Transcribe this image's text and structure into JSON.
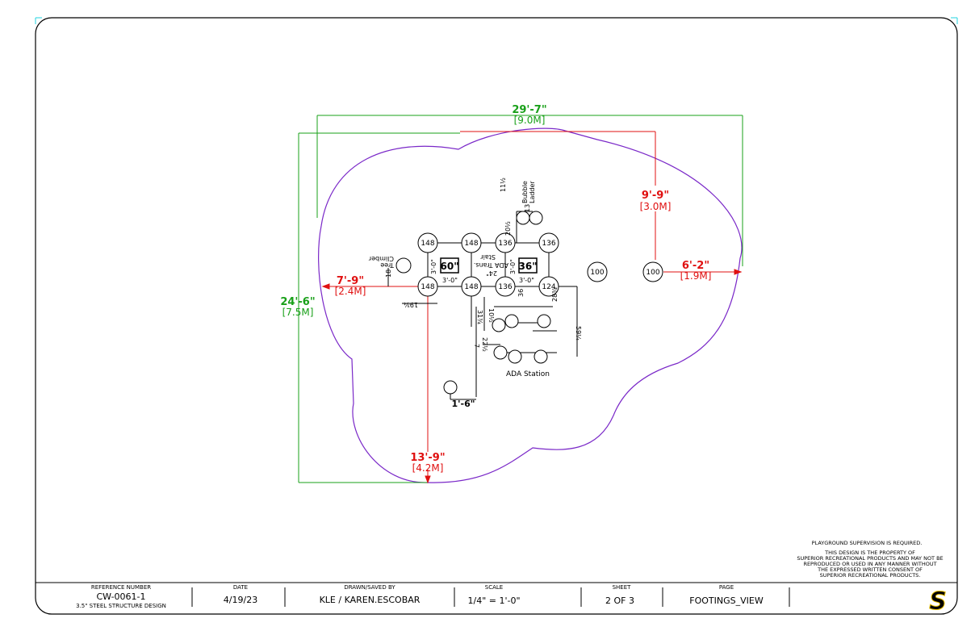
{
  "colors": {
    "border": "#000000",
    "ring": "#7a28c8",
    "green": "#19a019",
    "red": "#e01010",
    "dark": "#000000"
  },
  "dimensions": {
    "overall_width": "29'-7\"",
    "overall_width_m": "[9.0M]",
    "overall_depth": "24'-6\"",
    "overall_depth_m": "[7.5M]",
    "left_clear": "7'-9\"",
    "left_clear_m": "[2.4M]",
    "bottom_clear": "13'-9\"",
    "bottom_clear_m": "[4.2M]",
    "top_clear": "9'-9\"",
    "top_clear_m": "[3.0M]",
    "right_clear": "6'-2\"",
    "right_clear_m": "[1.9M]"
  },
  "posts": [
    "148",
    "148",
    "136",
    "136",
    "148",
    "148",
    "136",
    "124",
    "100",
    "100"
  ],
  "deck_sizes": [
    "60\"",
    "36\""
  ],
  "labels": {
    "bubble": "Bubble",
    "ladder": "Ladder",
    "thirteen": "13",
    "tree": "Tree",
    "climber": "Climber",
    "eighteen": "18",
    "ada_station": "ADA Station",
    "stair": "Stair",
    "ada_trans": "ADA Trans.",
    "twenty_four": "24\"",
    "three_ft_a": "3'-0\"",
    "three_ft_b": "3'-0\"",
    "three_ft_c": "3'-0\"",
    "three_ft_d": "3'-0\"",
    "d_eleven_half": "11½",
    "d_twenty_half": "20½",
    "d_nineteen": "19¾",
    "d_thirty_six": "36",
    "d_twenty_eight": "28¾",
    "d_fifty_nine": "59¼",
    "d_thirty_one": "31¾",
    "d_ten": "10½",
    "d_twenty_two": "22½",
    "d_seven": "7",
    "one_six": "1'-6\""
  },
  "notes": {
    "supervision": "PLAYGROUND SUPERVISION IS REQUIRED.",
    "prop1": "THIS DESIGN IS THE PROPERTY OF",
    "prop2": "SUPERIOR RECREATIONAL PRODUCTS AND MAY NOT BE",
    "prop3": "REPRODUCED OR USED IN ANY MANNER WITHOUT",
    "prop4": "THE EXPRESSED WRITTEN CONSENT OF",
    "prop5": "SUPERIOR RECREATIONAL PRODUCTS."
  },
  "title_block": {
    "ref_label": "REFERENCE NUMBER",
    "ref_value": "CW-0061-1",
    "ref_sub": "3.5\" STEEL STRUCTURE DESIGN",
    "date_label": "DATE",
    "date_value": "4/19/23",
    "drawn_label": "DRAWN/SAVED BY",
    "drawn_value": "KLE / KAREN.ESCOBAR",
    "scale_label": "SCALE",
    "scale_value": "1/4\" = 1'-0\"",
    "sheet_label": "SHEET",
    "sheet_value": "2  OF  3",
    "page_label": "PAGE",
    "page_value": "FOOTINGS_VIEW",
    "logo": "S"
  }
}
